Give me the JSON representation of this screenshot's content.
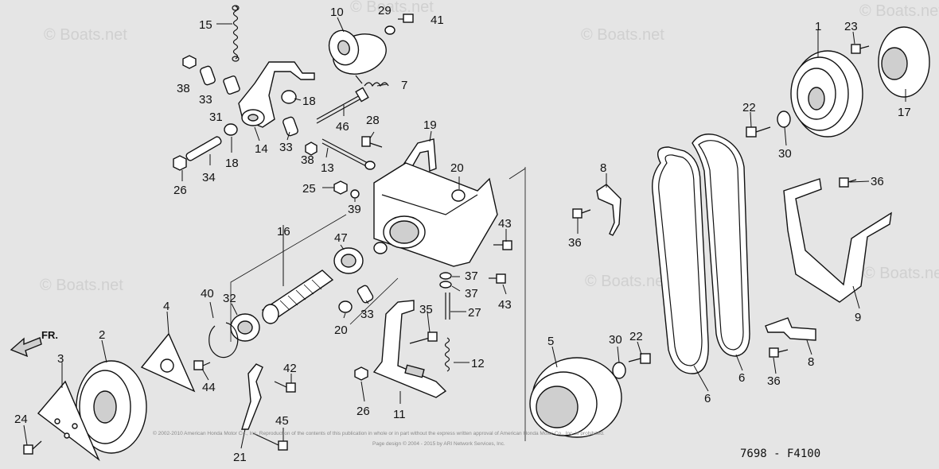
{
  "watermark": "© Boats.net",
  "direction_label": "FR.",
  "diagram_code": "7698 - F4100",
  "copyright": {
    "line1": "© 2002-2010 American Honda Motor Co., Inc. Reproduction of the contents of this publication in whole or in part without the express written approval of American Honda Motor Co., Inc. is prohibited.",
    "line2": "Page design © 2004 - 2015 by ARI Network Services, Inc."
  },
  "callouts": [
    "1",
    "2",
    "3",
    "4",
    "5",
    "6",
    "7",
    "8",
    "9",
    "10",
    "11",
    "12",
    "13",
    "14",
    "15",
    "16",
    "17",
    "18",
    "19",
    "20",
    "21",
    "22",
    "23",
    "24",
    "25",
    "26",
    "27",
    "28",
    "29",
    "30",
    "31",
    "32",
    "33",
    "34",
    "35",
    "36",
    "37",
    "38",
    "39",
    "40",
    "41",
    "42",
    "43",
    "44",
    "45",
    "46",
    "47"
  ]
}
